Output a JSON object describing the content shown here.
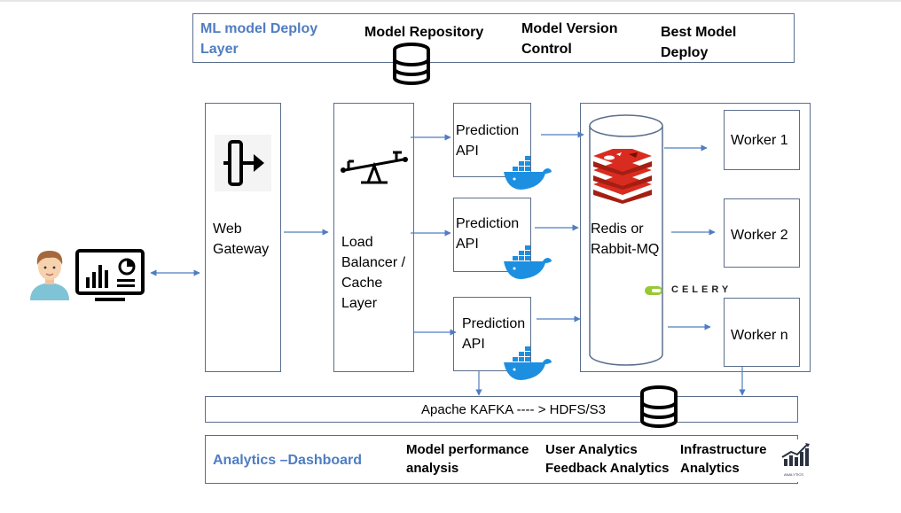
{
  "deploy_layer": {
    "title": "ML model Deploy\nLayer",
    "repository": "Model Repository",
    "version_control": "Model Version\nControl",
    "best_model": "Best Model\nDeploy"
  },
  "web_gateway": "Web\nGateway",
  "load_balancer": "Load\nBalancer /\nCache\nLayer",
  "prediction_apis": [
    "Prediction\nAPI",
    "Prediction\nAPI",
    "Prediction\nAPI"
  ],
  "queue": "Redis or\nRabbit-MQ",
  "celery": "CELERY",
  "workers": [
    "Worker 1",
    "Worker 2",
    "Worker n"
  ],
  "kafka_bar": "Apache KAFKA  ---- > HDFS/S3",
  "analytics": {
    "title": "Analytics –Dashboard",
    "model_perf": "Model performance\nanalysis",
    "user": "User Analytics\nFeedback Analytics",
    "infra": "Infrastructure\nAnalytics",
    "logo_text": "ANALYTICS"
  },
  "colors": {
    "accent": "#4f7dc2",
    "border": "#5a6e8c",
    "docker": "#1d8fe1",
    "redis": "#d82c20",
    "celery": "#97c933"
  }
}
